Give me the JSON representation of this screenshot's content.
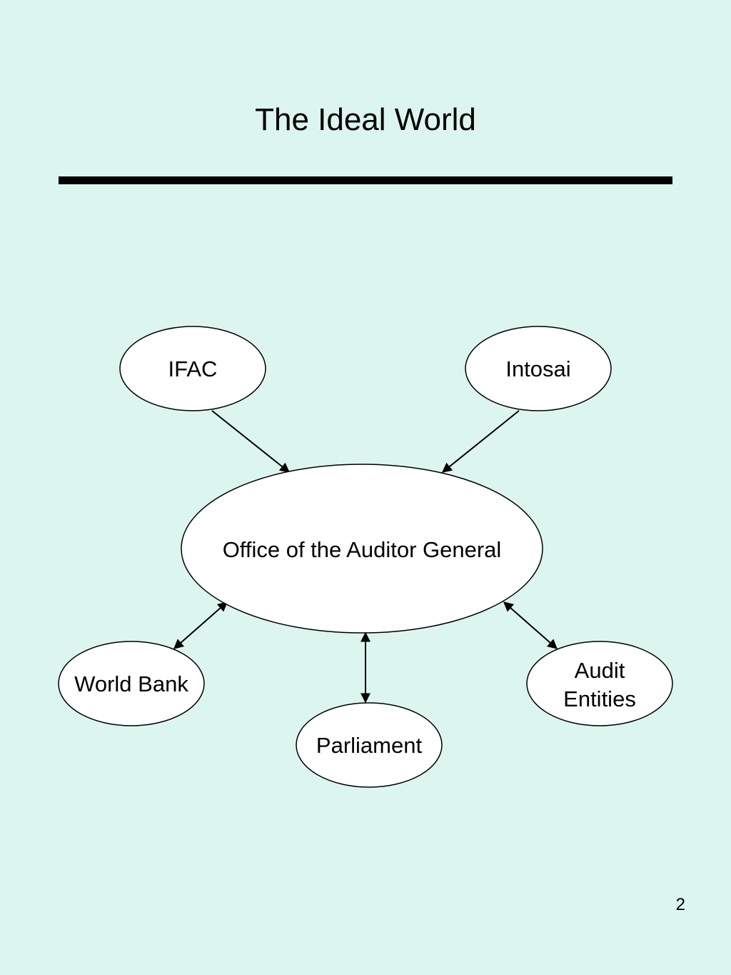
{
  "slide": {
    "title": "The Ideal World",
    "page_number": "2",
    "background": "#dcf5ef"
  },
  "diagram": {
    "nodes": {
      "ifac": [
        "IFAC"
      ],
      "intosai": [
        "Intosai"
      ],
      "oag": [
        "Office of the Auditor General"
      ],
      "world_bank": [
        "World Bank"
      ],
      "parliament": [
        "Parliament"
      ],
      "audit_entities": [
        "Audit",
        "Entities"
      ]
    },
    "edges": [
      {
        "from": "ifac",
        "to": "oag",
        "direction": "one-way"
      },
      {
        "from": "intosai",
        "to": "oag",
        "direction": "one-way"
      },
      {
        "from": "oag",
        "to": "world_bank",
        "direction": "two-way"
      },
      {
        "from": "oag",
        "to": "parliament",
        "direction": "two-way"
      },
      {
        "from": "oag",
        "to": "audit_entities",
        "direction": "two-way"
      }
    ]
  }
}
